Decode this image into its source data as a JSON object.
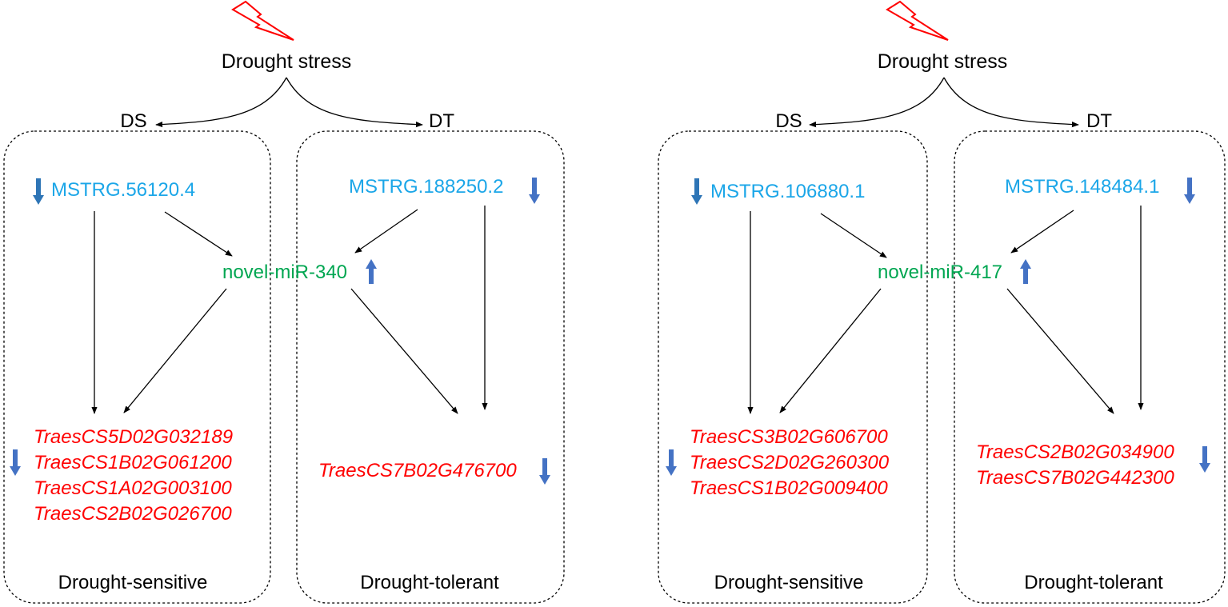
{
  "colors": {
    "lncrna": "#1BA6E8",
    "mirna": "#00A651",
    "gene": "#FF0000",
    "arrow_down": "#2E75B6",
    "arrow_up": "#4472C4",
    "lightning": "#FF0000"
  },
  "panels": [
    {
      "stress_label": "Drought stress",
      "branch_left": "DS",
      "branch_right": "DT",
      "sensitive": {
        "lncrna": "MSTRG.56120.4",
        "lncrna_trend": "down",
        "genes": [
          "TraesCS5D02G032189",
          "TraesCS1B02G061200",
          "TraesCS1A02G003100",
          "TraesCS2B02G026700"
        ],
        "genes_trend": "down",
        "label": "Drought-sensitive"
      },
      "mirna": "novel-miR-340",
      "mirna_trend": "up",
      "tolerant": {
        "lncrna": "MSTRG.188250.2",
        "lncrna_trend": "down",
        "genes": [
          "TraesCS7B02G476700"
        ],
        "genes_trend": "down",
        "label": "Drought-tolerant"
      }
    },
    {
      "stress_label": "Drought stress",
      "branch_left": "DS",
      "branch_right": "DT",
      "sensitive": {
        "lncrna": "MSTRG.106880.1",
        "lncrna_trend": "down",
        "genes": [
          "TraesCS3B02G606700",
          "TraesCS2D02G260300",
          "TraesCS1B02G009400"
        ],
        "genes_trend": "down",
        "label": "Drought-sensitive"
      },
      "mirna": "novel-miR-417",
      "mirna_trend": "up",
      "tolerant": {
        "lncrna": "MSTRG.148484.1",
        "lncrna_trend": "down",
        "genes": [
          "TraesCS2B02G034900",
          "TraesCS7B02G442300"
        ],
        "genes_trend": "down",
        "label": "Drought-tolerant"
      }
    }
  ]
}
